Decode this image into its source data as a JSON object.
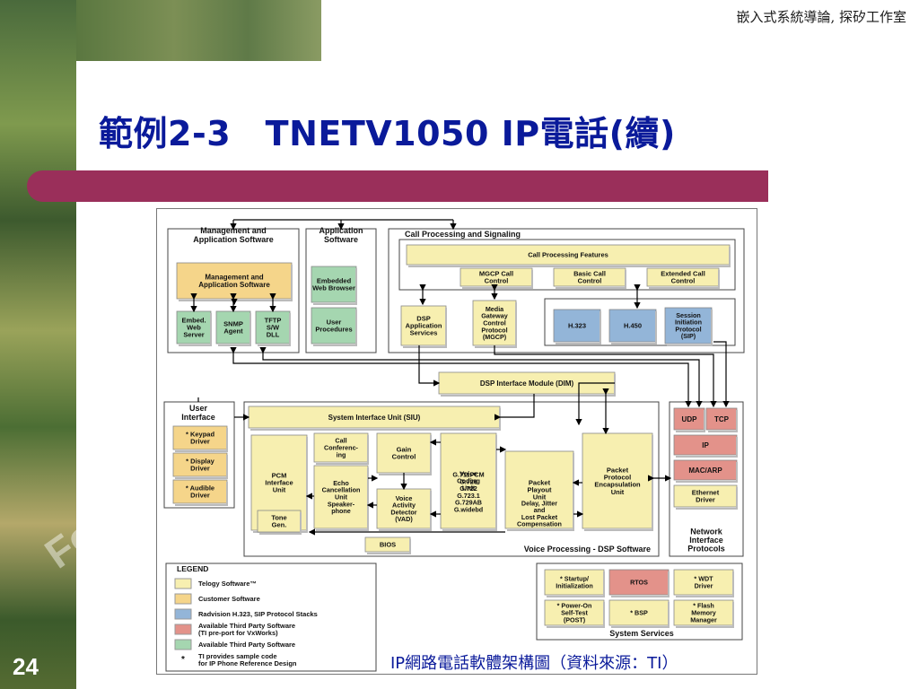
{
  "header": {
    "credit": "嵌入式系統導論, 探矽工作室",
    "title": "範例2-3　TNETV1050 IP電話(續)",
    "page_number": "24",
    "caption": "IP網路電話軟體架構圖（資料來源：TI）",
    "watermark": "Fou Em"
  },
  "colors": {
    "telogy": "#f7efb0",
    "customer": "#f5d58a",
    "radvision": "#93b5d8",
    "third_party_vx": "#e3928a",
    "third_party": "#a5d6b0",
    "title_blue": "#0a1a9a",
    "bar": "#9a2f5a"
  },
  "diagram": {
    "mgmt_group": {
      "title": "Management and\nApplication Software",
      "main": "Management and\nApplication Software",
      "items": [
        "Embed.\nWeb\nServer",
        "SNMP\nAgent",
        "TFTP\nS/W\nDLL"
      ]
    },
    "app_group": {
      "title": "Application\nSoftware",
      "items": [
        "Embedded\nWeb Browser",
        "User\nProcedures"
      ]
    },
    "call_group": {
      "title": "Call Processing and Signaling",
      "features": "Call Processing Features",
      "controls": [
        "MGCP Call\nControl",
        "Basic Call\nControl",
        "Extended Call\nControl"
      ],
      "dsp_app": "DSP\nApplication\nServices",
      "mgcp": "Media\nGateway\nControl\nProtocol\n(MGCP)",
      "stacks": [
        "H.323",
        "H.450",
        "Session\nInitiation\nProtocol\n(SIP)"
      ]
    },
    "dim": "DSP Interface Module (DIM)",
    "user_interface": {
      "title": "User\nInterface",
      "items": [
        "* Keypad\nDriver",
        "* Display\nDriver",
        "* Audible\nDriver"
      ]
    },
    "dsp_group": {
      "siu": "System Interface Unit (SIU)",
      "pcm": "PCM\nInterface\nUnit",
      "tone": "Tone\nGen.",
      "call_conf": "Call\nConferenc-\ning",
      "echo": "Echo\nCancellation\nUnit\nSpeaker-\nphone",
      "gain": "Gain\nControl",
      "vad": "Voice\nActivity\nDetector\n(VAD)",
      "vcu": "Voice\nCoding\nUnit",
      "codecs": "G.711PCM\nG.726\nG.722\nG.723.1\nG.729AB\nG.widebd",
      "playout": "Packet\nPlayout\nUnit",
      "jitter": "Delay, Jitter\nand\nLost Packet\nCompensation",
      "ppe": "Packet\nProtocol\nEncapsulation\nUnit",
      "bios": "BIOS",
      "footer": "Voice Processing - DSP Software"
    },
    "network": {
      "items": [
        "UDP",
        "TCP",
        "IP",
        "MAC/ARP",
        "Ethernet\nDriver"
      ],
      "title": "Network\nInterface\nProtocols"
    },
    "legend": {
      "title": "LEGEND",
      "items": [
        "Telogy Software™",
        "Customer Software",
        "Radvision H.323, SIP Protocol Stacks",
        "Available Third Party Software\n(TI pre-port for VxWorks)",
        "Available Third Party Software",
        "TI provides sample code\nfor IP Phone Reference Design"
      ],
      "star": "*"
    },
    "system_services": {
      "items": [
        "* Startup/\nInitialization",
        "RTOS",
        "* WDT\nDriver",
        "* Power-On\nSelf-Test\n(POST)",
        "* BSP",
        "* Flash\nMemory\nManager"
      ],
      "title": "System Services"
    }
  }
}
